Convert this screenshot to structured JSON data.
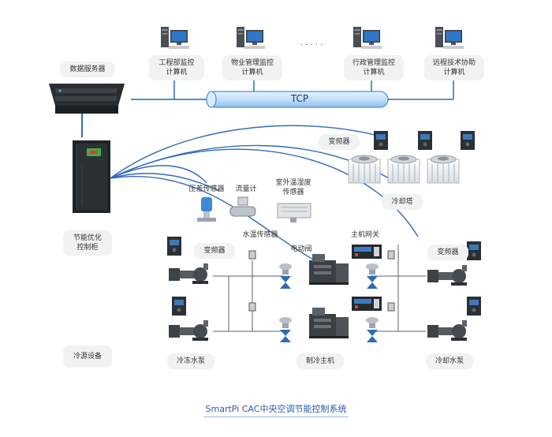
{
  "title": "SmartPi CAC中央空调节能控制系统",
  "network": {
    "label": "TCP",
    "ellipsis": "· · · · ·"
  },
  "workstations": [
    {
      "line1": "工程部监控",
      "line2": "计算机"
    },
    {
      "line1": "物业管理监控",
      "line2": "计算机"
    },
    {
      "line1": "行政管理监控",
      "line2": "计算机"
    },
    {
      "line1": "远程技术协助",
      "line2": "计算机"
    }
  ],
  "server": {
    "label": "数据服务器"
  },
  "cabinet": {
    "line1": "节能优化",
    "line2": "控制柜"
  },
  "cold_source": {
    "label": "冷源设备"
  },
  "sensors": {
    "pressure": "压差传感器",
    "flow": "流量计",
    "outdoor_line1": "室外温湿度",
    "outdoor_line2": "传感器",
    "water_temp": "水温传感器",
    "valve": "电动阀",
    "gateway": "主机网关"
  },
  "equipment": {
    "vfd_tower": "变频器",
    "cooling_tower": "冷却塔",
    "vfd_left": "变频器",
    "vfd_right": "变频器",
    "chilled_pump": "冷冻水泵",
    "chiller": "制冷主机",
    "cooling_pump": "冷却水泵"
  },
  "colors": {
    "link": "#2f6db5",
    "tcp": "#4a90d9",
    "accent": "#2a5aa5"
  }
}
